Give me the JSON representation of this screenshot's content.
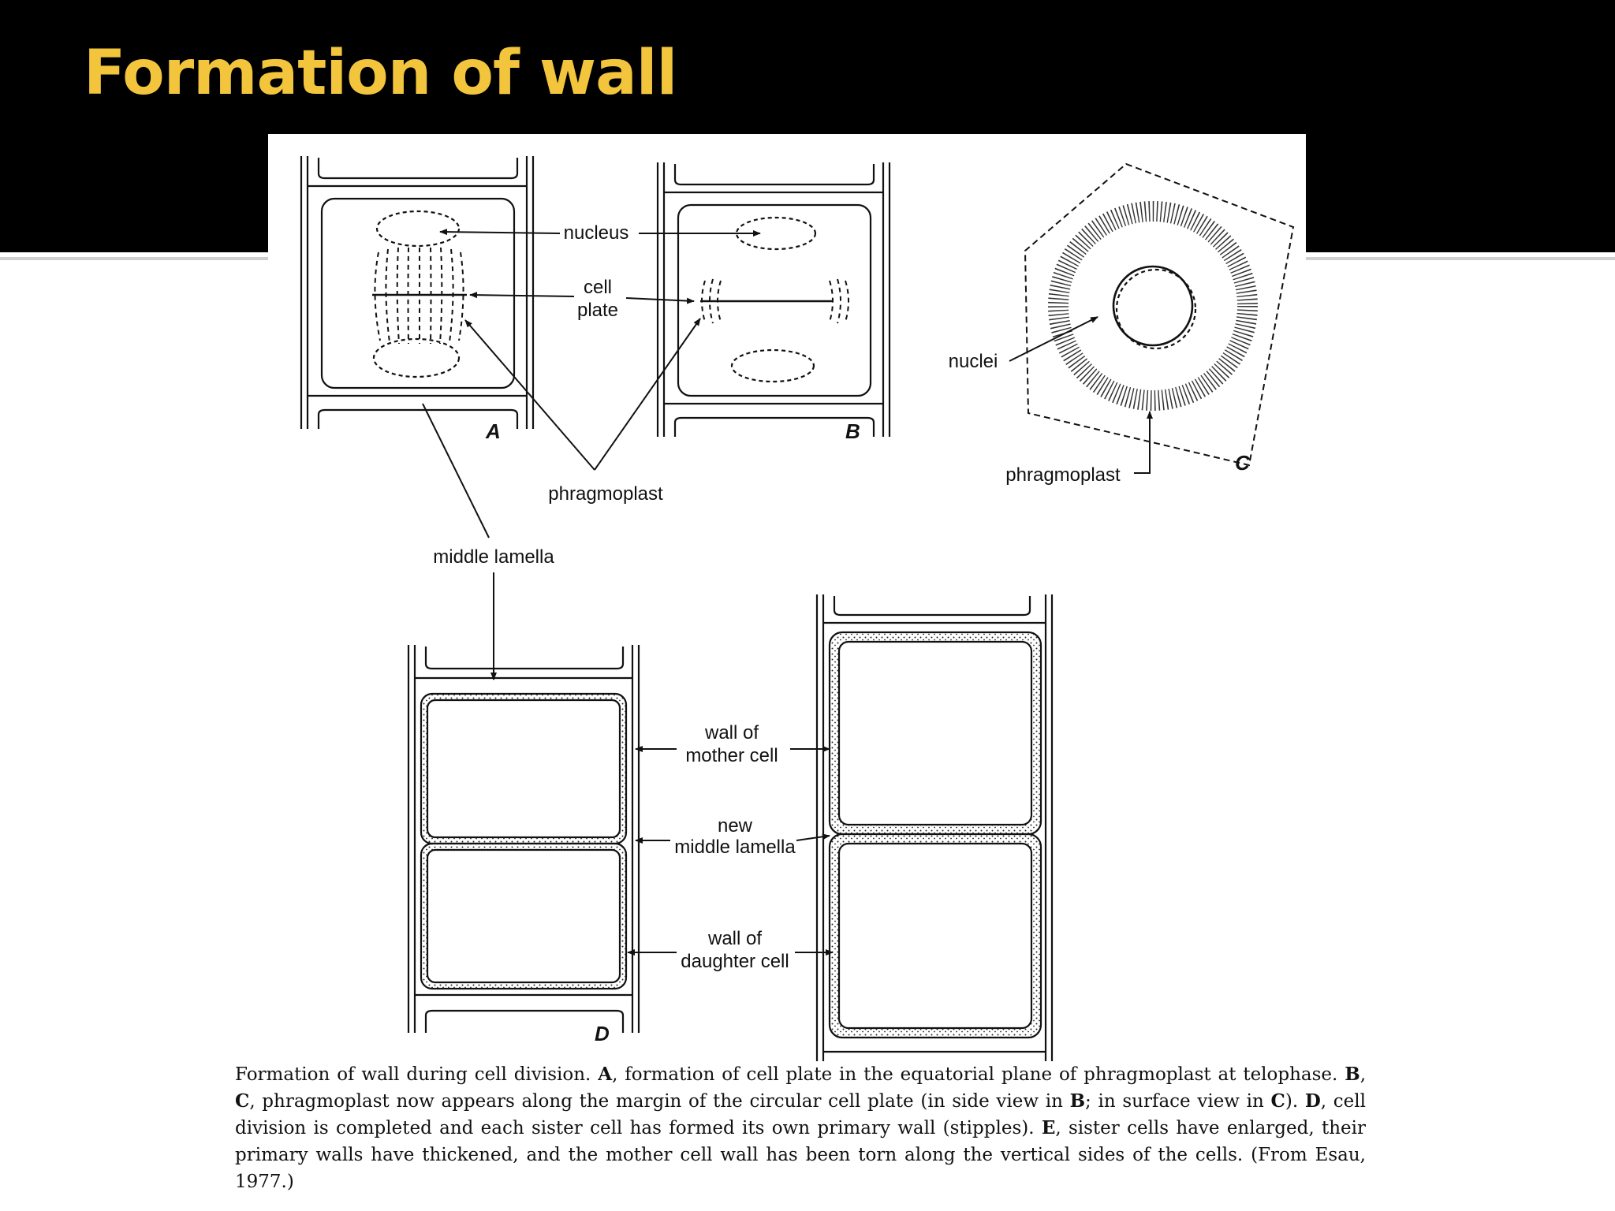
{
  "slide": {
    "title": "Formation of wall"
  },
  "diagram": {
    "panels": [
      "A",
      "B",
      "C",
      "D"
    ],
    "labels": {
      "nucleus": "nucleus",
      "cell": "cell",
      "plate": "plate",
      "phragmoplast": "phragmoplast",
      "middle_lamella": "middle lamella",
      "nuclei": "nuclei",
      "phragmoplast_c": "phragmoplast",
      "wall_of_1": "wall of",
      "mother_cell": "mother cell",
      "new": "new",
      "middle_lamella_2": "middle lamella",
      "wall_of_2": "wall of",
      "daughter_cell": "daughter cell"
    }
  },
  "caption": {
    "s1_pre": "Formation of wall during cell division. ",
    "s1_bold": "A",
    "s1_post": ", formation of cell plate in the equatorial plane of phragmoplast at telophase. ",
    "s2_bold1": "B",
    "s2_sep": ", ",
    "s2_bold2": "C",
    "s2_mid": ", phragmoplast now appears along the margin of the circular cell plate (in side view in ",
    "s2_bold3": "B",
    "s2_mid2": "; in surface view in ",
    "s2_bold4": "C",
    "s2_end": "). ",
    "s3_bold": "D",
    "s3_post": ", cell division is completed and each sister cell has formed its own primary wall (stipples). ",
    "s4_bold": "E",
    "s4_post": ", sister cells have enlarged, their primary walls have thickened, and the mother cell wall has been torn along the vertical sides of the cells. (From Esau, 1977.)"
  }
}
